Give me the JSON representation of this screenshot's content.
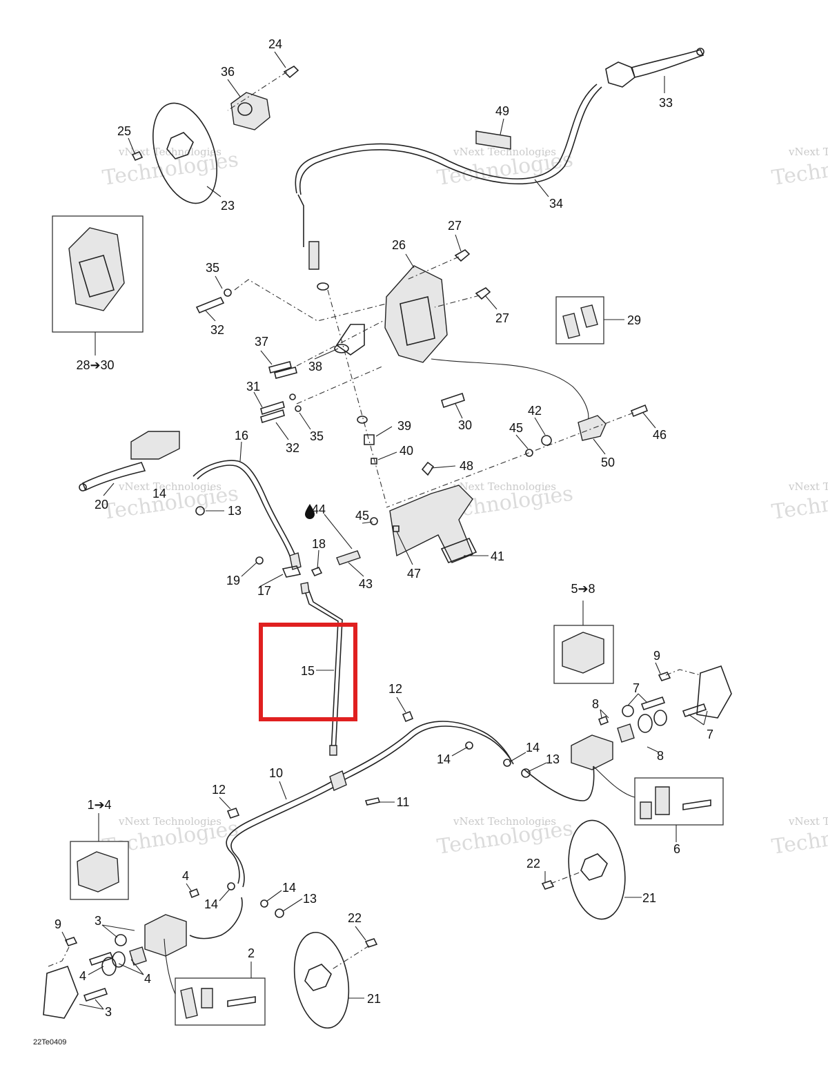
{
  "diagram_ref": "22Te0409",
  "watermark": {
    "line1": "vNext Technologies",
    "line2": "Technologies"
  },
  "highlight": {
    "part": "15",
    "color": "#e02020"
  },
  "callouts": {
    "c24": "24",
    "c36": "36",
    "c25": "25",
    "c23": "23",
    "c49": "49",
    "c33": "33",
    "c34": "34",
    "c27a": "27",
    "c27b": "27",
    "c26": "26",
    "c35a": "35",
    "c32a": "32",
    "c29": "29",
    "c28_30": "28➔30",
    "c37": "37",
    "c38": "38",
    "c31": "31",
    "c32b": "32",
    "c35b": "35",
    "c30": "30",
    "c39": "39",
    "c40": "40",
    "c42": "42",
    "c45a": "45",
    "c46": "46",
    "c50": "50",
    "c48": "48",
    "c16": "16",
    "c20": "20",
    "c14a": "14",
    "c13a": "13",
    "c44": "44",
    "c45b": "45",
    "c41": "41",
    "c18": "18",
    "c19": "19",
    "c17": "17",
    "c43": "43",
    "c47": "47",
    "c5_8": "5➔8",
    "c9a": "9",
    "c15": "15",
    "c12a": "12",
    "c7a": "7",
    "c8a": "8",
    "c7b": "7",
    "c8b": "8",
    "c14b": "14",
    "c14c": "14",
    "c13b": "13",
    "c10": "10",
    "c11": "11",
    "c12b": "12",
    "c1_4": "1➔4",
    "c6": "6",
    "c22a": "22",
    "c21a": "21",
    "c4a": "4",
    "c14d": "14",
    "c14e": "14",
    "c13c": "13",
    "c22b": "22",
    "c9b": "9",
    "c3a": "3",
    "c4b": "4",
    "c4c": "4",
    "c2": "2",
    "c3b": "3",
    "c21b": "21"
  }
}
